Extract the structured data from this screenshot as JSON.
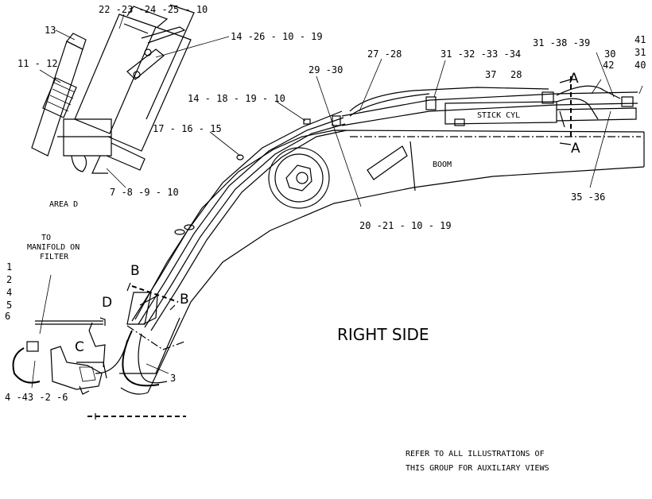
{
  "view_title": "RIGHT SIDE",
  "area_label": "AREA D",
  "note": {
    "line1": "REFER TO ALL ILLUSTRATIONS OF",
    "line2": "THIS GROUP FOR AUXILIARY VIEWS"
  },
  "component_labels": {
    "boom": "BOOM",
    "stick_cyl": "STICK CYL",
    "to_manifold_1": "TO",
    "to_manifold_2": "MANIFOLD ON",
    "to_manifold_3": "FILTER"
  },
  "view_markers": {
    "a_top": "A",
    "a_bottom": "A",
    "b_left": "B",
    "b_right": "B",
    "c": "C",
    "d": "D"
  },
  "callouts": {
    "c_22_25": "22 -23 -24 -25 - 10",
    "c_13": "13",
    "c_14_26": "14 -26 - 10 - 19",
    "c_11_12": "11 - 12",
    "c_7_9": "7 -8 -9 - 10",
    "c_27_28": "27 -28",
    "c_29_30": "29 -30",
    "c_31_34": "31 -32 -33 -34",
    "c_31_39": "31 -38 -39",
    "c_41": "41",
    "c_30": "30",
    "c_31": "31",
    "c_42": "42",
    "c_40": "40",
    "c_37": "37",
    "c_28": "28",
    "c_14_18": "14 - 18 - 19 - 10",
    "c_17_15": "17 - 16 - 15",
    "c_35_36": "35 -36",
    "c_20_21": "20 -21 - 10 - 19",
    "c_3": "3",
    "c_1": "1",
    "c_2": "2",
    "c_4": "4",
    "c_5": "5",
    "c_6": "6",
    "c_4_43": "4 -43 -2 -6"
  }
}
